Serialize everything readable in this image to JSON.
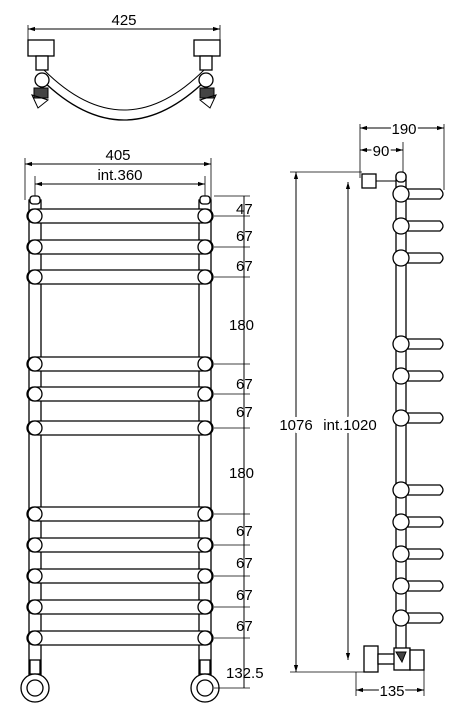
{
  "top_view": {
    "width_label": "425"
  },
  "front_view": {
    "width_label": "405",
    "interaxis_label": "int.360",
    "spacing_labels": [
      "47",
      "67",
      "67",
      "180",
      "67",
      "67",
      "180",
      "67",
      "67",
      "67",
      "67",
      "132.5"
    ]
  },
  "side_view": {
    "depth_label": "190",
    "offset_label": "90",
    "height_label": "1076",
    "interaxis_label": "int.1020",
    "base_label": "135"
  }
}
